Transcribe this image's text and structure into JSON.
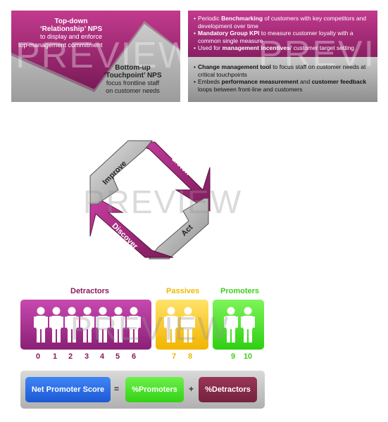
{
  "top_left": {
    "top_down_title_1": "Top-down",
    "top_down_title_2": "‘Relationship’ NPS",
    "top_down_line_1": "to display and enforce",
    "top_down_line_2": "top-management commitment",
    "bottom_up_title_1": "Bottom-up",
    "bottom_up_title_2": "‘Touchpoint’ NPS",
    "bottom_up_line_1": "focus frontline staff",
    "bottom_up_line_2": "on customer needs"
  },
  "top_right": {
    "b1_pre": "Periodic ",
    "b1_bold": "Benchmarking",
    "b1_post": " of customers with key competitors and development over time",
    "b2_bold": "Mandatory Group KPI",
    "b2_post": " to measure customer loyalty with a common single measure",
    "b3_pre": "Used for ",
    "b3_bold": "management incentives",
    "b3_post": "/ customer target setting",
    "b4_bold": "Change management tool",
    "b4_post": " to focus staff on customer needs at critical touchpoints",
    "b5_pre": "Embeds ",
    "b5_bold": "performance measurement",
    "b5_mid": " and ",
    "b5_bold2": "customer feedback",
    "b5_post": " loops between front-line and customers",
    "bullet": "•"
  },
  "cycle": {
    "listen": "Listen",
    "act": "Act",
    "discover": "Discover",
    "improve": "Improve"
  },
  "scale": {
    "detractors": "Detractors",
    "passives": "Passives",
    "promoters": "Promoters",
    "detractor_numbers": [
      "0",
      "1",
      "2",
      "3",
      "4",
      "5",
      "6"
    ],
    "passive_numbers": [
      "7",
      "8"
    ],
    "promoter_numbers": [
      "9",
      "10"
    ]
  },
  "formula": {
    "nps": "Net Promoter Score",
    "equals": "=",
    "promoters": "%Promoters",
    "plus": "+",
    "detractors": "%Detractors"
  },
  "watermark": "PREVIEW",
  "colors": {
    "purple": "#8b1a5e",
    "magenta": "#b23a8f",
    "gray": "#9a9a9a",
    "yellow": "#f6c400",
    "green": "#49e21e",
    "blue": "#2e6fe6",
    "wine": "#8a2a4a"
  },
  "icons": [
    "person-icon"
  ]
}
